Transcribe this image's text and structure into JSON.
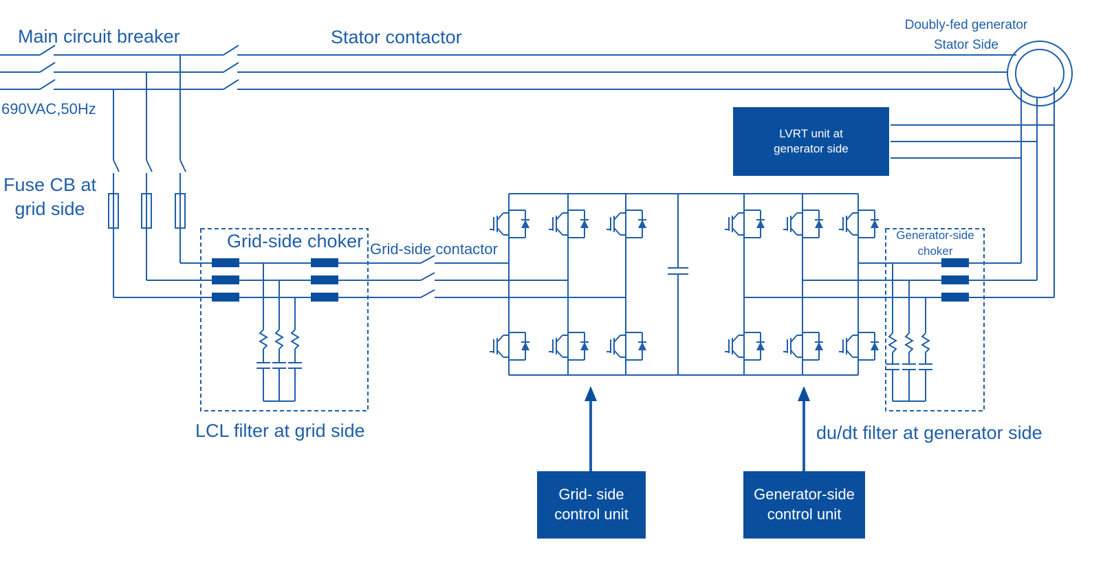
{
  "colors": {
    "line": "#1f5ea8",
    "block": "#0a4f9e",
    "block_text": "#ffffff",
    "background": "#ffffff"
  },
  "labels": {
    "main_circuit_breaker": "Main circuit breaker",
    "stator_contactor": "Stator contactor",
    "dfig_line1": "Doubly-fed generator",
    "dfig_line2": "Stator Side",
    "supply": "690VAC,50Hz",
    "fuse_line1": "Fuse CB at",
    "fuse_line2": "grid side",
    "grid_choker": "Grid-side choker",
    "grid_contactor": "Grid-side contactor",
    "gen_choker_line1": "Generator-side",
    "gen_choker_line2": "choker",
    "lcl_filter": "LCL filter at grid side",
    "dudt_filter": "du/dt filter at generator side"
  },
  "blocks": {
    "lvrt_line1": "LVRT unit at",
    "lvrt_line2": "generator side",
    "grid_ctrl_line1": "Grid- side",
    "grid_ctrl_line2": "control unit",
    "gen_ctrl_line1": "Generator-side",
    "gen_ctrl_line2": "control unit"
  }
}
